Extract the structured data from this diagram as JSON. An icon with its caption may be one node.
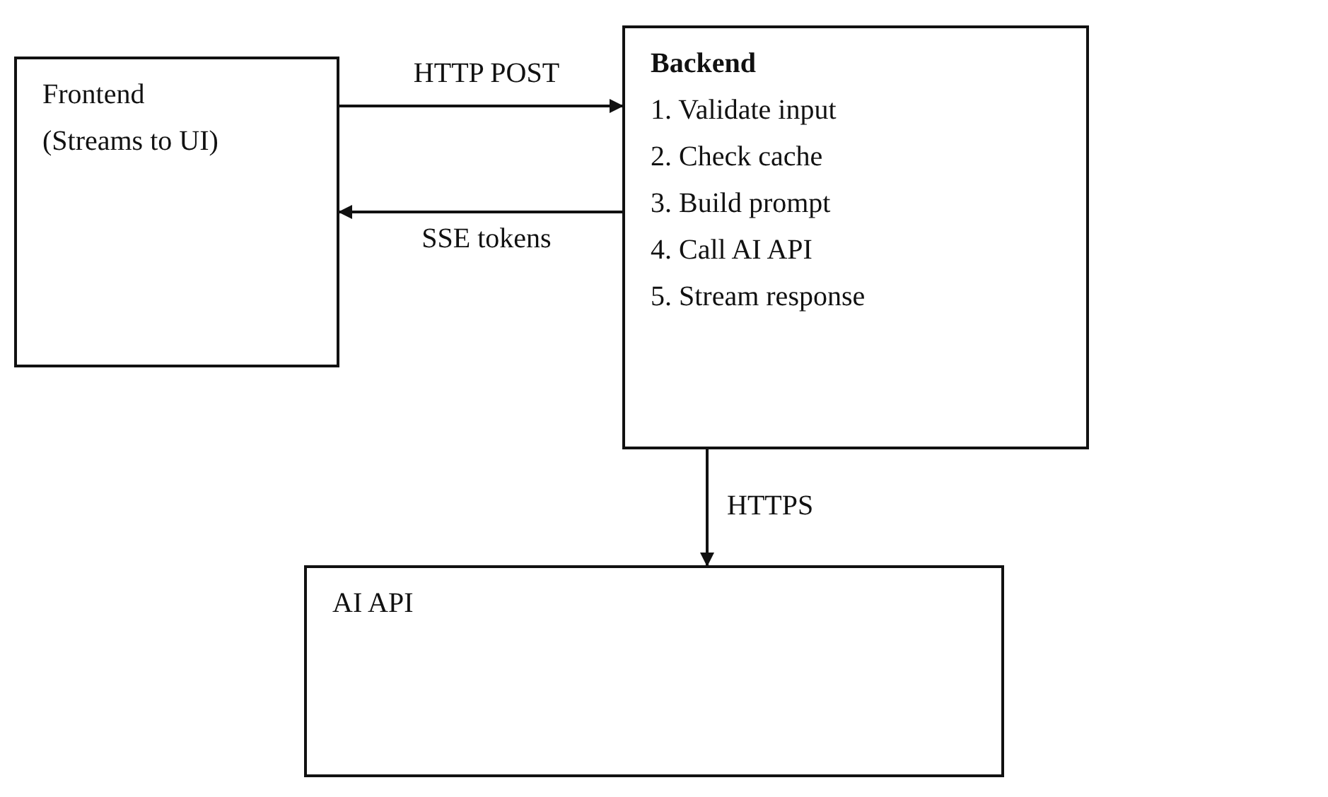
{
  "diagram": {
    "nodes": [
      {
        "text": [
          "Frontend",
          "(Streams to UI)"
        ]
      },
      {
        "text": [
          "Backend",
          "1. Validate input",
          "2. Check cache",
          "3. Build prompt",
          "4. Call AI API",
          "5. Stream response"
        ]
      },
      {
        "text": [
          "AI API"
        ]
      }
    ],
    "edges": [
      {
        "from": 0,
        "to": 1,
        "arrow": "to",
        "label": "HTTP POST"
      },
      {
        "from": 1,
        "to": 0,
        "arrow": "to",
        "label": "SSE tokens"
      },
      {
        "from": 1,
        "to": 2,
        "arrow": "to",
        "label": "HTTPS"
      }
    ]
  }
}
